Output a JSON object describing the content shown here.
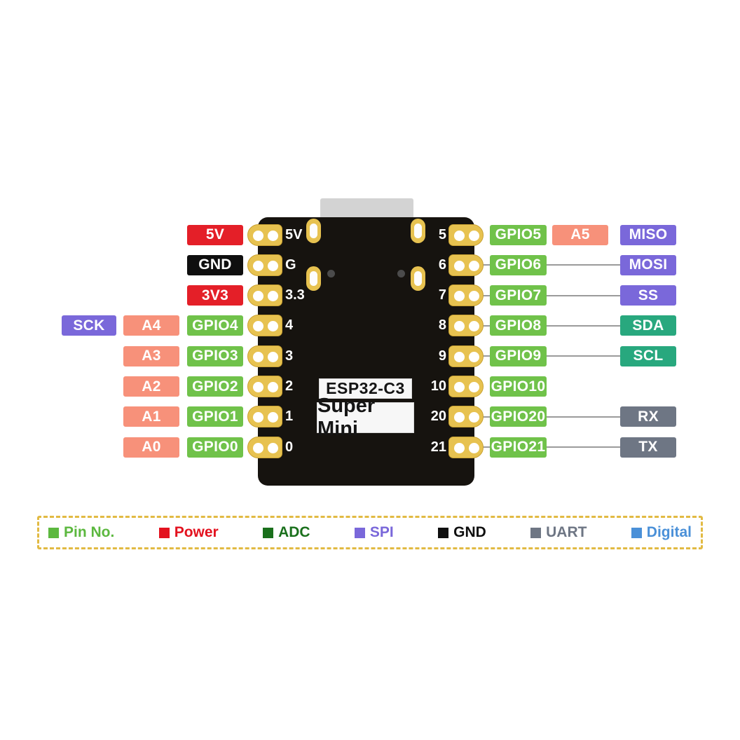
{
  "board": {
    "chip_line1": "ESP32-C3",
    "chip_line2": "Super Mini"
  },
  "left_rows": [
    {
      "silk": "5V",
      "chips": [
        {
          "text": "5V",
          "type": "power"
        }
      ]
    },
    {
      "silk": "G",
      "chips": [
        {
          "text": "GND",
          "type": "gnd"
        }
      ]
    },
    {
      "silk": "3.3",
      "chips": [
        {
          "text": "3V3",
          "type": "power"
        }
      ]
    },
    {
      "silk": "4",
      "chips": [
        {
          "text": "GPIO4",
          "type": "gpio"
        },
        {
          "text": "A4",
          "type": "analog"
        },
        {
          "text": "SCK",
          "type": "spi"
        }
      ]
    },
    {
      "silk": "3",
      "chips": [
        {
          "text": "GPIO3",
          "type": "gpio"
        },
        {
          "text": "A3",
          "type": "analog"
        }
      ]
    },
    {
      "silk": "2",
      "chips": [
        {
          "text": "GPIO2",
          "type": "gpio"
        },
        {
          "text": "A2",
          "type": "analog"
        }
      ]
    },
    {
      "silk": "1",
      "chips": [
        {
          "text": "GPIO1",
          "type": "gpio"
        },
        {
          "text": "A1",
          "type": "analog"
        }
      ]
    },
    {
      "silk": "0",
      "chips": [
        {
          "text": "GPIO0",
          "type": "gpio"
        },
        {
          "text": "A0",
          "type": "analog"
        }
      ]
    }
  ],
  "right_rows": [
    {
      "silk": "5",
      "line": false,
      "chips": [
        {
          "text": "GPIO5",
          "type": "gpio"
        },
        {
          "text": "A5",
          "type": "analog"
        },
        {
          "text": "MISO",
          "type": "spi"
        }
      ]
    },
    {
      "silk": "6",
      "line": true,
      "chips": [
        {
          "text": "GPIO6",
          "type": "gpio"
        },
        {
          "text": "MOSI",
          "type": "spi"
        }
      ]
    },
    {
      "silk": "7",
      "line": true,
      "chips": [
        {
          "text": "GPIO7",
          "type": "gpio"
        },
        {
          "text": "SS",
          "type": "spi"
        }
      ]
    },
    {
      "silk": "8",
      "line": true,
      "chips": [
        {
          "text": "GPIO8",
          "type": "gpio"
        },
        {
          "text": "SDA",
          "type": "i2c"
        }
      ]
    },
    {
      "silk": "9",
      "line": true,
      "chips": [
        {
          "text": "GPIO9",
          "type": "gpio"
        },
        {
          "text": "SCL",
          "type": "i2c"
        }
      ]
    },
    {
      "silk": "10",
      "line": false,
      "chips": [
        {
          "text": "GPIO10",
          "type": "gpio"
        }
      ]
    },
    {
      "silk": "20",
      "line": true,
      "chips": [
        {
          "text": "GPIO20",
          "type": "gpio"
        },
        {
          "text": "RX",
          "type": "uart"
        }
      ]
    },
    {
      "silk": "21",
      "line": true,
      "chips": [
        {
          "text": "GPIO21",
          "type": "gpio"
        },
        {
          "text": "TX",
          "type": "uart"
        }
      ]
    }
  ],
  "legend": {
    "items": [
      {
        "label": "Pin No.",
        "color": "#5cb83f"
      },
      {
        "label": "Power",
        "color": "#e3121f"
      },
      {
        "label": "ADC",
        "color": "#1a701c"
      },
      {
        "label": "SPI",
        "color": "#7a68da"
      },
      {
        "label": "GND",
        "color": "#0f0f0f"
      },
      {
        "label": "UART",
        "color": "#6e7684"
      },
      {
        "label": "Digital",
        "color": "#4a90d8"
      }
    ]
  },
  "colors": {
    "power": "#e41f28",
    "gnd": "#0f0f0f",
    "gpio": "#70c24a",
    "analog": "#f7917a",
    "spi": "#7a68da",
    "i2c": "#28a87e",
    "uart": "#6e7684",
    "pad_gold": "#e7c250",
    "pad_border": "#c9a232",
    "board": "#16130f",
    "usb": "#d3d3d3",
    "line": "#9b9b9b",
    "legend_border": "#e2ba43",
    "fiducial": "#4b4b4b"
  }
}
